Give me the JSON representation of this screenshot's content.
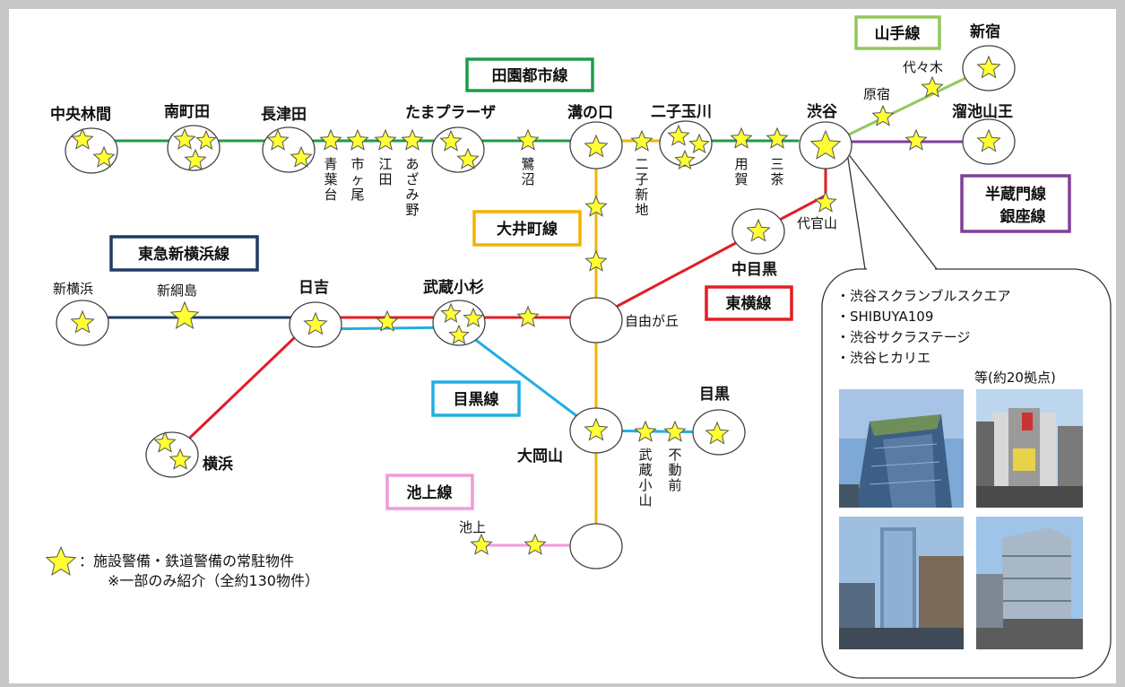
{
  "lines": {
    "den_en_toshi": {
      "name": "田園都市線",
      "color": "#1e9b4a"
    },
    "yamanote": {
      "name": "山手線",
      "color": "#92c85a"
    },
    "hanzomon_ginza": {
      "name": "半蔵門線\n銀座線",
      "name_line1": "半蔵門線",
      "name_line2": "銀座線",
      "color": "#7f3f98"
    },
    "oimachi": {
      "name": "大井町線",
      "color": "#f2b400"
    },
    "toyoko": {
      "name": "東横線",
      "color": "#e21d24"
    },
    "shin_yokohama": {
      "name": "東急新横浜線",
      "color": "#1f3c63"
    },
    "meguro": {
      "name": "目黒線",
      "color": "#21aee3"
    },
    "ikegami": {
      "name": "池上線",
      "color": "#f29ad9"
    }
  },
  "stations": {
    "chuo_rinkan": "中央林間",
    "minami_machida": "南町田",
    "nagatsuta": "長津田",
    "tama_plaza": "たまプラーザ",
    "mizonokuchi": "溝の口",
    "futako_tamagawa": "二子玉川",
    "shibuya": "渋谷",
    "shinjuku": "新宿",
    "tameike_sanno": "溜池山王",
    "harajuku": "原宿",
    "yoyogi": "代々木",
    "aobadai": "青葉台",
    "ichigao": "市ヶ尾",
    "eda": "江田",
    "azamino": "あざみ野",
    "saginuma": "鷺沼",
    "futako_shinchi": "二子新地",
    "yoga": "用賀",
    "sangenjaya": "三茶",
    "daikanyama": "代官山",
    "naka_meguro": "中目黒",
    "shin_yokohama": "新横浜",
    "shin_tsunashima": "新綱島",
    "hiyoshi": "日吉",
    "musashi_kosugi": "武蔵小杉",
    "jiyugaoka": "自由が丘",
    "meguro": "目黒",
    "ookayama": "大岡山",
    "musashi_koyama": "武蔵小山",
    "fudomae": "不動前",
    "yokohama": "横浜",
    "ikegami": "池上"
  },
  "callout": {
    "items": [
      "・渋谷スクランブルスクエア",
      "・SHIBUYA109",
      "・渋谷サクラステージ",
      "・渋谷ヒカリエ"
    ],
    "more": "等(約20拠点)"
  },
  "legend": {
    "star_text": "：施設警備・鉄道警備の常駐物件",
    "note": "※一部のみ紹介（全約130物件）"
  },
  "colors": {
    "star_fill": "#ffff33",
    "star_stroke": "#555555",
    "circle_stroke": "#444444"
  }
}
